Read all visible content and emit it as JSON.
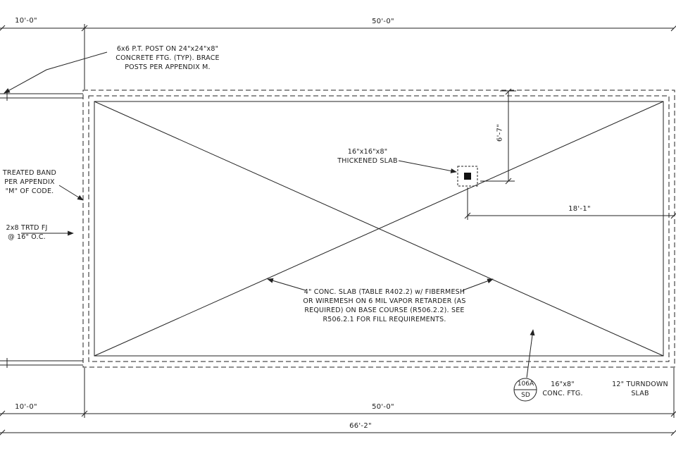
{
  "meta": {
    "background": "#ffffff",
    "line_color": "#222222"
  },
  "dimensions": {
    "top_left": "10'-0\"",
    "top_main": "50'-0\"",
    "right_vertical": "6'-7\"",
    "interior_horizontal": "18'-1\"",
    "bottom_left": "10'-0\"",
    "bottom_main": "50'-0\"",
    "bottom_overall": "66'-2\""
  },
  "annotations": {
    "post_note": {
      "lines": [
        "6x6 P.T. POST ON 24\"x24\"x8\"",
        "CONCRETE FTG. (TYP). BRACE",
        "POSTS PER APPENDIX M."
      ]
    },
    "treated_band_note": {
      "lines": [
        "TREATED BAND",
        "PER APPENDIX",
        "\"M\" OF CODE."
      ]
    },
    "joist_note": {
      "lines": [
        "2x8 TRTD FJ",
        "@ 16\" O.C."
      ]
    },
    "thickened_slab_note": {
      "lines": [
        "16\"x16\"x8\"",
        "THICKENED SLAB"
      ]
    },
    "slab_note": {
      "lines": [
        "4\" CONC. SLAB (TABLE R402.2) w/ FIBERMESH",
        "OR WIREMESH ON 6 MIL VAPOR RETARDER (AS",
        "REQUIRED) ON BASE COURSE (R506.2.2). SEE",
        "R506.2.1 FOR FILL REQUIREMENTS."
      ]
    },
    "footing_note": {
      "lines": [
        "16\"x8\"",
        "CONC. FTG."
      ]
    },
    "turndown_note": {
      "lines": [
        "12\" TURNDOWN",
        "SLAB"
      ]
    }
  },
  "callout": {
    "top": "106A",
    "bottom": "SD"
  }
}
